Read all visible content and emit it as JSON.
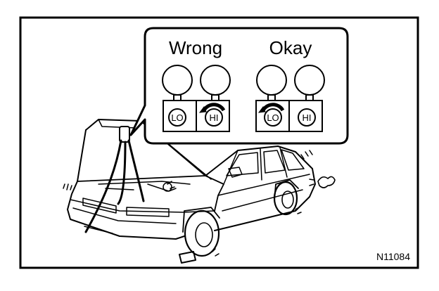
{
  "callout": {
    "wrong_label": "Wrong",
    "okay_label": "Okay"
  },
  "gauge_set_wrong": {
    "lo_label": "LO",
    "hi_label": "HI"
  },
  "gauge_set_okay": {
    "lo_label": "LO",
    "hi_label": "HI"
  },
  "figure_code": "N11084",
  "colors": {
    "ink": "#000000",
    "paper": "#ffffff"
  }
}
